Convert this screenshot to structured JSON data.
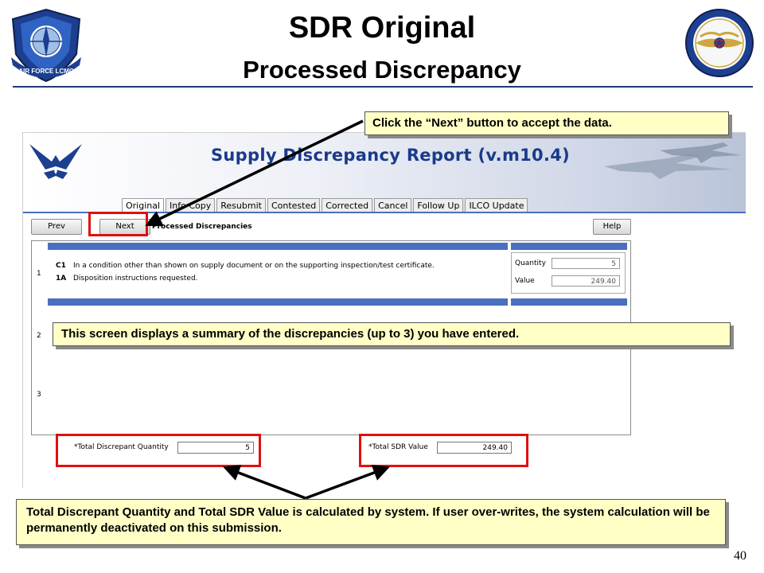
{
  "slide": {
    "title": "SDR Original",
    "subtitle": "Processed Discrepancy",
    "page_number": "40",
    "left_logo_text": "AIR FORCE LCMC"
  },
  "app": {
    "banner_title": "Supply Discrepancy Report (v.m10.4)",
    "tabs": [
      "Original",
      "Info Copy",
      "Resubmit",
      "Contested",
      "Corrected",
      "Cancel",
      "Follow Up",
      "ILCO Update"
    ],
    "active_tab": "Original",
    "buttons": {
      "prev": "Prev",
      "next": "Next",
      "help": "Help"
    },
    "section_label": "Processed Discrepancies",
    "rows": [
      {
        "number": "1",
        "items": [
          {
            "code": "C1",
            "text": "In a condition other than shown on supply document or on the supporting inspection/test certificate."
          },
          {
            "code": "1A",
            "text": "Disposition instructions requested."
          }
        ],
        "quantity_label": "Quantity",
        "quantity": "5",
        "value_label": "Value",
        "value": "249.40"
      },
      {
        "number": "2"
      },
      {
        "number": "3"
      }
    ],
    "totals": {
      "quantity_label": "*Total Discrepant Quantity",
      "quantity": "5",
      "value_label": "*Total SDR Value",
      "value": "249.40"
    }
  },
  "callouts": {
    "next": "Click the “Next” button to accept the data.",
    "summary": "This screen displays a summary of the discrepancies (up to 3) you have entered.",
    "totals": "Total Discrepant Quantity and Total SDR Value is calculated by system.  If user over-writes, the system calculation will be permanently deactivated on this submission."
  },
  "colors": {
    "highlight": "#e01010",
    "callout_bg": "#ffffc6",
    "bar_blue": "#4a6fc0",
    "title_blue": "#1a3a8a"
  }
}
